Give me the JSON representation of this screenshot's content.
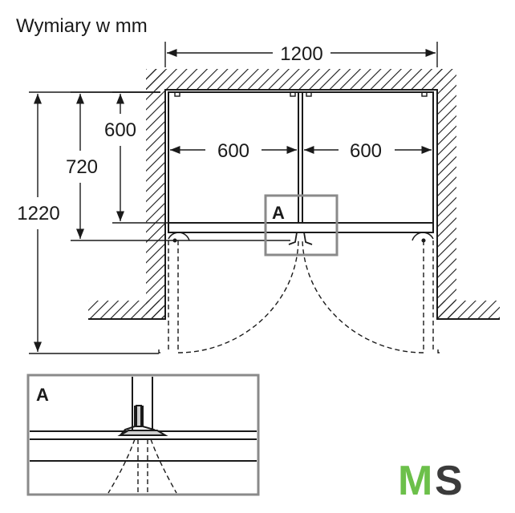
{
  "title": "Wymiary w mm",
  "dimensions": {
    "total_width": "1200",
    "left_door_width": "600",
    "right_door_width": "600",
    "depth_body": "600",
    "depth_with_door": "720",
    "depth_door_open": "1220"
  },
  "detail_marker": "A",
  "detail_box_label": "A",
  "logo": {
    "part1": "M",
    "part2": "S"
  },
  "colors": {
    "line": "#1a1a1a",
    "detail_frame": "#8a8a8a",
    "logo_green": "#6cc04a",
    "logo_dark": "#3b3b3b"
  }
}
